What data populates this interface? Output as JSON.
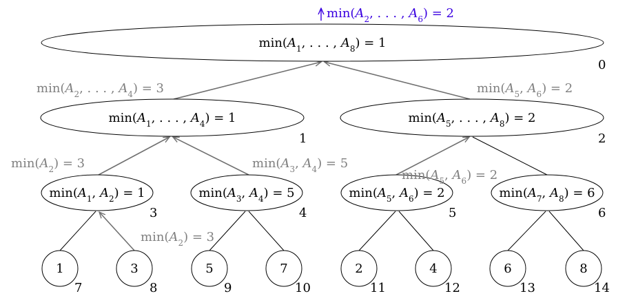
{
  "colors": {
    "node_stroke": "#000000",
    "edge_plain": "#000000",
    "edge_query": "#707070",
    "annotation_gray": "#808080",
    "annotation_blue": "#3a00e0"
  },
  "nodes": [
    {
      "id": "0",
      "shape": "ellipse",
      "label_html": "min(<tspan font-style=\"italic\">A</tspan><tspan baseline-shift=\"sub\" font-size=\"12\">1</tspan>, . . . , <tspan font-style=\"italic\">A</tspan><tspan baseline-shift=\"sub\" font-size=\"12\">8</tspan>) = 1",
      "index": "0"
    },
    {
      "id": "1",
      "shape": "ellipse",
      "label_html": "min(<tspan font-style=\"italic\">A</tspan><tspan baseline-shift=\"sub\" font-size=\"12\">1</tspan>, . . . , <tspan font-style=\"italic\">A</tspan><tspan baseline-shift=\"sub\" font-size=\"12\">4</tspan>) = 1",
      "index": "1"
    },
    {
      "id": "2",
      "shape": "ellipse",
      "label_html": "min(<tspan font-style=\"italic\">A</tspan><tspan baseline-shift=\"sub\" font-size=\"12\">5</tspan>, . . . , <tspan font-style=\"italic\">A</tspan><tspan baseline-shift=\"sub\" font-size=\"12\">8</tspan>) = 2",
      "index": "2"
    },
    {
      "id": "3",
      "shape": "ellipse",
      "label_html": "min(<tspan font-style=\"italic\">A</tspan><tspan baseline-shift=\"sub\" font-size=\"12\">1</tspan>, <tspan font-style=\"italic\">A</tspan><tspan baseline-shift=\"sub\" font-size=\"12\">2</tspan>) = 1",
      "index": "3"
    },
    {
      "id": "4",
      "shape": "ellipse",
      "label_html": "min(<tspan font-style=\"italic\">A</tspan><tspan baseline-shift=\"sub\" font-size=\"12\">3</tspan>, <tspan font-style=\"italic\">A</tspan><tspan baseline-shift=\"sub\" font-size=\"12\">4</tspan>) = 5",
      "index": "4"
    },
    {
      "id": "5",
      "shape": "ellipse",
      "label_html": "min(<tspan font-style=\"italic\">A</tspan><tspan baseline-shift=\"sub\" font-size=\"12\">5</tspan>, <tspan font-style=\"italic\">A</tspan><tspan baseline-shift=\"sub\" font-size=\"12\">6</tspan>) = 2",
      "index": "5"
    },
    {
      "id": "6",
      "shape": "ellipse",
      "label_html": "min(<tspan font-style=\"italic\">A</tspan><tspan baseline-shift=\"sub\" font-size=\"12\">7</tspan>, <tspan font-style=\"italic\">A</tspan><tspan baseline-shift=\"sub\" font-size=\"12\">8</tspan>) = 6",
      "index": "6"
    },
    {
      "id": "7",
      "shape": "circle",
      "label": "1",
      "index": "7"
    },
    {
      "id": "8",
      "shape": "circle",
      "label": "3",
      "index": "8"
    },
    {
      "id": "9",
      "shape": "circle",
      "label": "5",
      "index": "9"
    },
    {
      "id": "10",
      "shape": "circle",
      "label": "7",
      "index": "10"
    },
    {
      "id": "11",
      "shape": "circle",
      "label": "2",
      "index": "11"
    },
    {
      "id": "12",
      "shape": "circle",
      "label": "4",
      "index": "12"
    },
    {
      "id": "13",
      "shape": "circle",
      "label": "6",
      "index": "13"
    },
    {
      "id": "14",
      "shape": "circle",
      "label": "8",
      "index": "14"
    }
  ],
  "edges": [
    {
      "from": "1",
      "to": "0",
      "style": "query"
    },
    {
      "from": "2",
      "to": "0",
      "style": "query"
    },
    {
      "from": "3",
      "to": "1",
      "style": "query"
    },
    {
      "from": "4",
      "to": "1",
      "style": "query"
    },
    {
      "from": "5",
      "to": "2",
      "style": "query"
    },
    {
      "from": "6",
      "to": "2",
      "style": "plain"
    },
    {
      "from": "7",
      "to": "3",
      "style": "plain"
    },
    {
      "from": "8",
      "to": "3",
      "style": "query"
    },
    {
      "from": "9",
      "to": "4",
      "style": "plain"
    },
    {
      "from": "10",
      "to": "4",
      "style": "plain"
    },
    {
      "from": "11",
      "to": "5",
      "style": "plain"
    },
    {
      "from": "12",
      "to": "5",
      "style": "plain"
    },
    {
      "from": "13",
      "to": "6",
      "style": "plain"
    },
    {
      "from": "14",
      "to": "6",
      "style": "plain"
    }
  ],
  "annotations": [
    {
      "id": "root-query",
      "color": "blue",
      "label_html": "min(<tspan font-style=\"italic\">A</tspan><tspan baseline-shift=\"sub\" font-size=\"12\">2</tspan>, . . . , <tspan font-style=\"italic\">A</tspan><tspan baseline-shift=\"sub\" font-size=\"12\">6</tspan>) = 2"
    },
    {
      "id": "edge-1-0",
      "color": "gray",
      "label_html": "min(<tspan font-style=\"italic\">A</tspan><tspan baseline-shift=\"sub\" font-size=\"12\">2</tspan>, . . . , <tspan font-style=\"italic\">A</tspan><tspan baseline-shift=\"sub\" font-size=\"12\">4</tspan>) = 3"
    },
    {
      "id": "edge-2-0",
      "color": "gray",
      "label_html": "min(<tspan font-style=\"italic\">A</tspan><tspan baseline-shift=\"sub\" font-size=\"12\">5</tspan>, <tspan font-style=\"italic\">A</tspan><tspan baseline-shift=\"sub\" font-size=\"12\">6</tspan>) = 2"
    },
    {
      "id": "edge-3-1",
      "color": "gray",
      "label_html": "min(<tspan font-style=\"italic\">A</tspan><tspan baseline-shift=\"sub\" font-size=\"12\">2</tspan>) = 3"
    },
    {
      "id": "edge-4-1",
      "color": "gray",
      "label_html": "min(<tspan font-style=\"italic\">A</tspan><tspan baseline-shift=\"sub\" font-size=\"12\">3</tspan>, <tspan font-style=\"italic\">A</tspan><tspan baseline-shift=\"sub\" font-size=\"12\">4</tspan>) = 5"
    },
    {
      "id": "edge-5-2",
      "color": "gray",
      "label_html": "min(<tspan font-style=\"italic\">A</tspan><tspan baseline-shift=\"sub\" font-size=\"12\">5</tspan>, <tspan font-style=\"italic\">A</tspan><tspan baseline-shift=\"sub\" font-size=\"12\">6</tspan>) = 2"
    },
    {
      "id": "edge-8-3",
      "color": "gray",
      "label_html": "min(<tspan font-style=\"italic\">A</tspan><tspan baseline-shift=\"sub\" font-size=\"12\">2</tspan>) = 3"
    }
  ]
}
